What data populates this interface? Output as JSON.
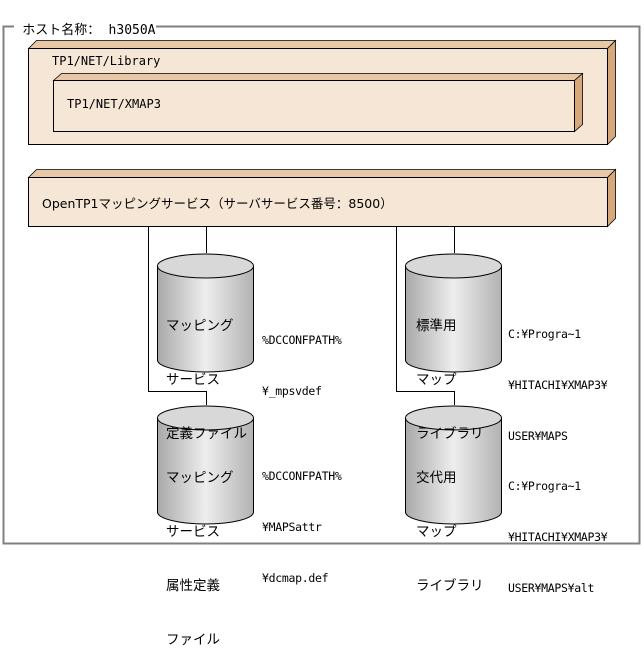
{
  "host": {
    "label": "ホスト名称：",
    "name": "h3050A"
  },
  "boxes": {
    "library": "TP1/NET/Library",
    "xmap3": "TP1/NET/XMAP3",
    "mapping_service": "OpenTP1マッピングサービス（サーバサービス番号：8500）"
  },
  "cylinders": [
    {
      "lines": [
        "マッピング",
        "サービス",
        "定義ファイル"
      ],
      "path": [
        "%DCCONFPATH%",
        "¥_mpsvdef"
      ]
    },
    {
      "lines": [
        "標準用",
        "マップ",
        "ライブラリ"
      ],
      "path": [
        "C:¥Progra~1",
        "¥HITACHI¥XMAP3¥",
        "USER¥MAPS"
      ]
    },
    {
      "lines": [
        "マッピング",
        "サービス",
        "属性定義",
        "ファイル"
      ],
      "path": [
        "%DCCONFPATH%",
        "¥MAPSattr",
        "¥dcmap.def"
      ]
    },
    {
      "lines": [
        "交代用",
        "マップ",
        "ライブラリ"
      ],
      "path": [
        "C:¥Progra~1",
        "¥HITACHI¥XMAP3¥",
        "USER¥MAPS¥alt"
      ]
    }
  ],
  "colors": {
    "box_face": "#f5e6d6",
    "box_top": "#e8c7a6",
    "box_side": "#d6a87c",
    "outer_border": "#808080",
    "cylinder_light": "#f2f2f2",
    "cylinder_dark": "#b8b8b8"
  }
}
